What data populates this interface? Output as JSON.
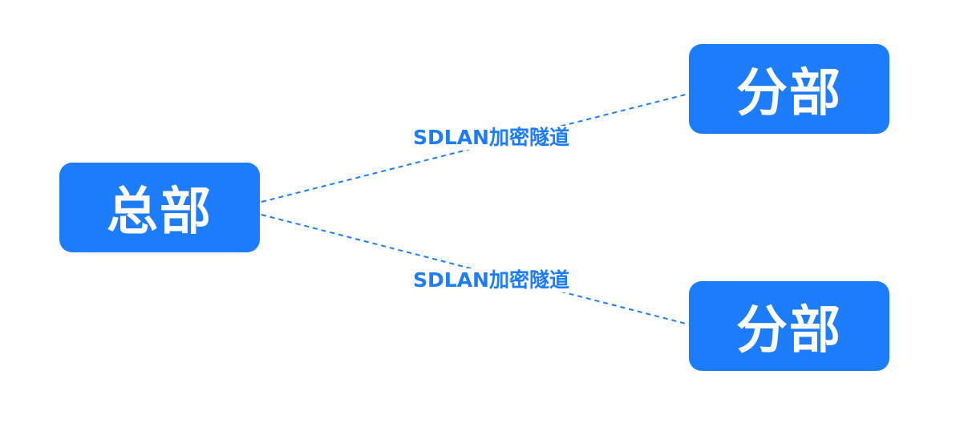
{
  "colors": {
    "node_fill": "#1c7cf9",
    "node_text": "#ffffff",
    "link": "#1c7cf9",
    "label_text": "#1c7cf9"
  },
  "nodes": {
    "headquarters": {
      "label": "总部"
    },
    "branch_top": {
      "label": "分部"
    },
    "branch_bottom": {
      "label": "分部"
    }
  },
  "links": [
    {
      "from": "headquarters",
      "to": "branch_top",
      "label": "SDLAN加密隧道",
      "style": "dashed"
    },
    {
      "from": "headquarters",
      "to": "branch_bottom",
      "label": "SDLAN加密隧道",
      "style": "dashed"
    }
  ]
}
